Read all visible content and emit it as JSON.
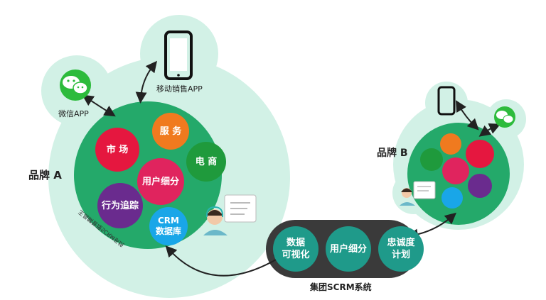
{
  "brand_a": {
    "label": "品牌 A",
    "wechat_label": "微信APP",
    "mobile_label": "移动销售APP",
    "ring_text": "王昌麟管理SCRM系统",
    "bubbles": {
      "market": "市 场",
      "service": "服 务",
      "ecommerce": "电 商",
      "segment": "用户细分",
      "behavior": "行为追踪",
      "crm": "CRM\n数据库"
    }
  },
  "brand_b": {
    "label": "品牌 B"
  },
  "group": {
    "label": "集团SCRM系统",
    "items": [
      "数据\n可视化",
      "用户细分",
      "忠诚度\n计划"
    ]
  },
  "colors": {
    "mint": "#d2f1e6",
    "green_main": "#24a96a",
    "red": "#e5173f",
    "orange": "#f07a1f",
    "green_bubble": "#1f9a3c",
    "crimson": "#e0245e",
    "purple": "#6a2b8e",
    "blue": "#19a6e8",
    "pill": "#3a3a3a",
    "pill_button": "#1f9a8a"
  },
  "icons": [
    "wechat-icon",
    "phone-icon",
    "support-agent-icon",
    "chat-window-icon"
  ]
}
